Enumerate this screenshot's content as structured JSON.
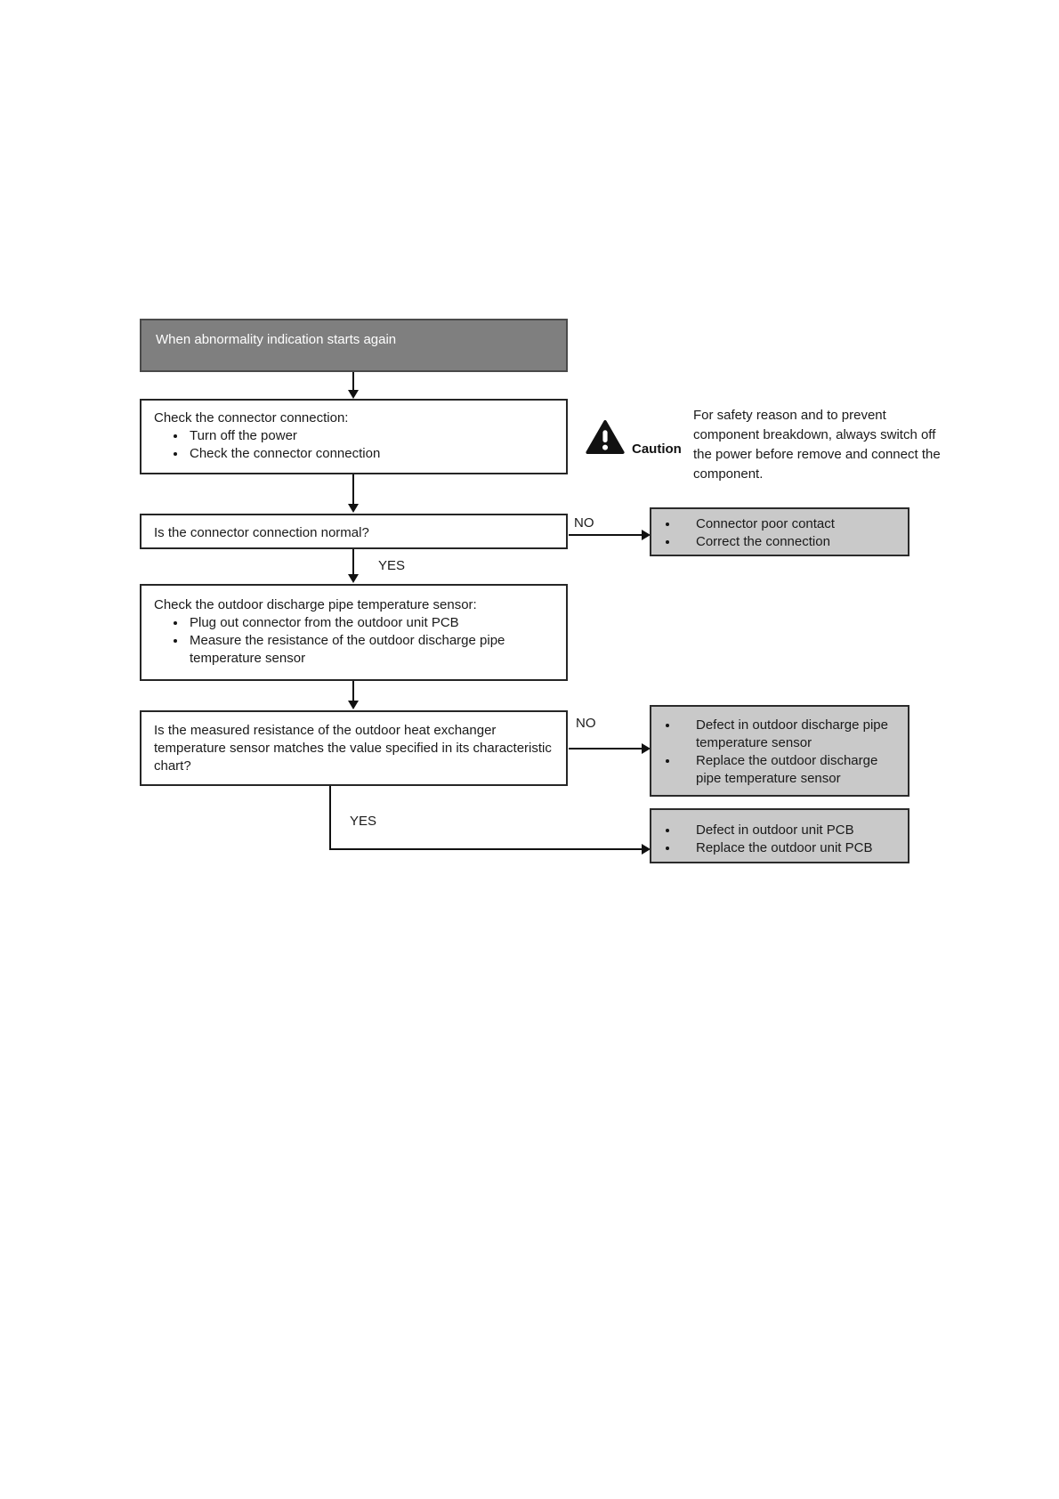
{
  "flowchart": {
    "start": {
      "label": "When abnormality indication starts again"
    },
    "check_connector": {
      "title": "Check the connector connection:",
      "bullets": [
        "Turn off the power",
        "Check the connector connection"
      ]
    },
    "caution": {
      "label": "Caution",
      "text": "For safety reason and to prevent component breakdown, always switch off the power before remove and connect the component."
    },
    "decision_connector": {
      "question": "Is the connector connection normal?"
    },
    "result_connector": {
      "bullets": [
        "Connector poor contact",
        "Correct the connection"
      ]
    },
    "check_sensor": {
      "title": "Check the outdoor discharge pipe temperature sensor:",
      "bullets": [
        "Plug out connector from the outdoor unit PCB",
        "Measure the resistance of the outdoor discharge pipe temperature sensor"
      ]
    },
    "decision_resistance": {
      "question": "Is the measured resistance of the outdoor heat exchanger temperature sensor matches the value specified in its characteristic chart?"
    },
    "result_sensor": {
      "bullets": [
        "Defect in outdoor discharge pipe temperature sensor",
        "Replace the outdoor discharge pipe temperature sensor"
      ]
    },
    "result_pcb": {
      "bullets": [
        "Defect in outdoor unit PCB",
        "Replace the outdoor unit PCB"
      ]
    },
    "labels": {
      "yes": "YES",
      "no": "NO"
    },
    "colors": {
      "start_box_bg": "#7f7f7f",
      "result_box_bg": "#c9c9c9",
      "line": "#111111"
    }
  }
}
